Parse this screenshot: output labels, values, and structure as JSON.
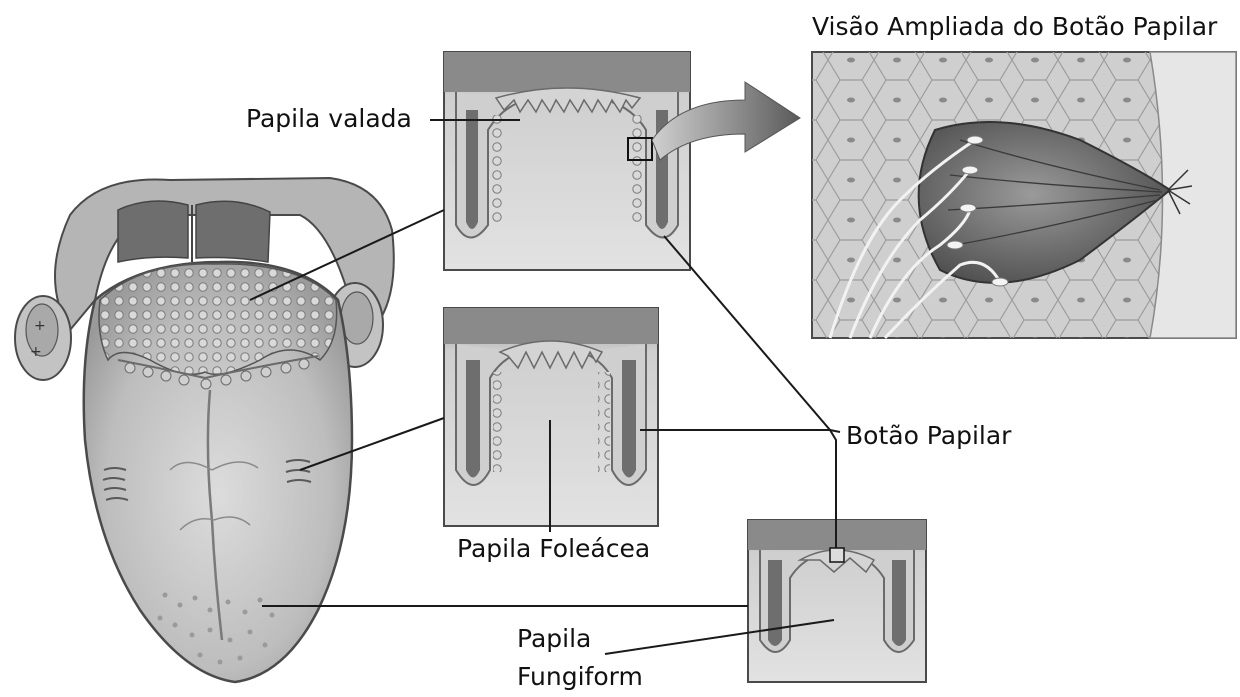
{
  "labels": {
    "title": "Visão Ampliada do Botão Papilar",
    "papila_valada": "Papila valada",
    "botao_papilar": "Botão Papilar",
    "papila_foleacea": "Papila Foleácea",
    "papila_fungiform_line1": "Papila",
    "papila_fungiform_line2": "Fungiform"
  },
  "colors": {
    "outline": "#4a4a4a",
    "tissue_light": "#d6d6d6",
    "tissue_mid": "#a8a8a8",
    "tissue_dark": "#6e6e6e",
    "leader_line": "#1a1a1a"
  }
}
